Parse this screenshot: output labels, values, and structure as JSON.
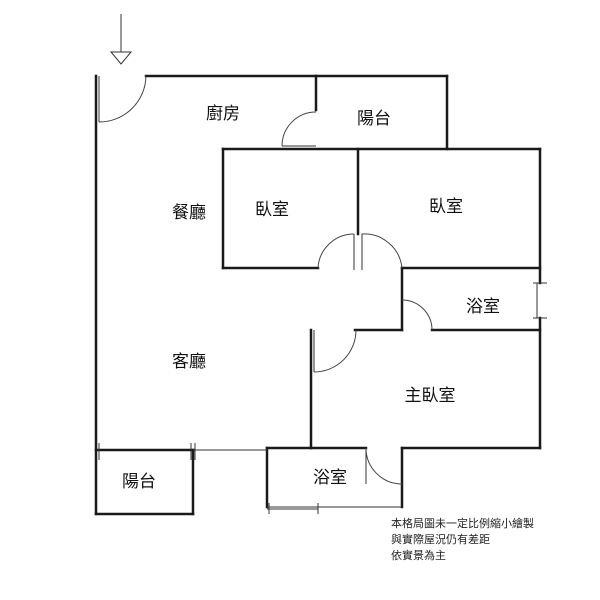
{
  "rooms": {
    "kitchen": "廚房",
    "balcony_top": "陽台",
    "dining": "餐廳",
    "bedroom_1": "臥室",
    "bedroom_2": "臥室",
    "bath_1": "浴室",
    "living": "客廳",
    "master_bedroom": "主臥室",
    "balcony_bottom": "陽台",
    "bath_2": "浴室"
  },
  "disclaimer": [
    "本格局圖未一定比例縮小繪製",
    "與實際屋況仍有差距",
    "依實景為主"
  ]
}
